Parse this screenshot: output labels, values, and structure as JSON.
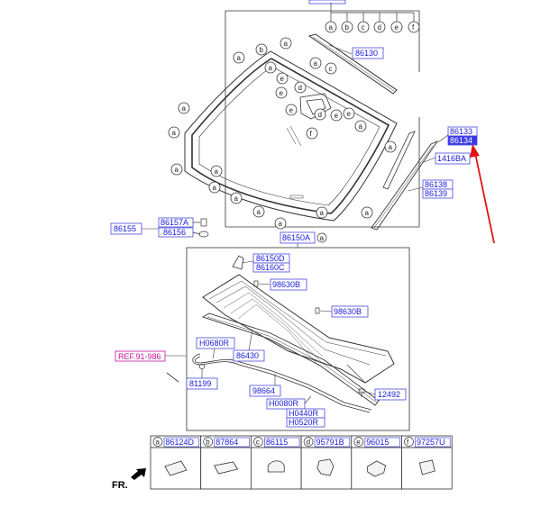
{
  "colors": {
    "part_number_text": "#1a1adb",
    "part_number_border": "#4a4ae0",
    "selected_fill": "#3a3ae8",
    "pointer_arrow": "#e01414",
    "reference_text": "#c4149e",
    "line": "#333333"
  },
  "part_labels": {
    "top_cut": "",
    "p86130": "86130",
    "p86133": "86133",
    "p86134": "86134",
    "p1416BA": "1416BA",
    "p86138": "86138",
    "p86139": "86139",
    "p86155": "86155",
    "p86157A": "86157A",
    "p86156": "86156",
    "p86150A": "86150A",
    "p86150D": "86150D",
    "p86160C": "86160C",
    "p98630B_1": "98630B",
    "p98630B_2": "98630B",
    "pH0680R": "H0680R",
    "p86430": "86430",
    "p81199": "81199",
    "p98664": "98664",
    "pH0080R": "H0080R",
    "pH0440R": "H0440R",
    "pH0520R": "H0520R",
    "p12492": "12492"
  },
  "reference": "REF.91-986",
  "orientation": "FR.",
  "top_callouts": [
    "a",
    "b",
    "c",
    "d",
    "e",
    "f"
  ],
  "windshield_callouts": [
    "a",
    "b",
    "a",
    "a",
    "e",
    "c",
    "e",
    "d",
    "d",
    "e",
    "e",
    "a",
    "a",
    "f",
    "e",
    "a",
    "a",
    "a",
    "a",
    "a",
    "a",
    "a",
    "a",
    "a",
    "a",
    "a"
  ],
  "legend": [
    {
      "letter": "a",
      "part": "86124D"
    },
    {
      "letter": "b",
      "part": "87864"
    },
    {
      "letter": "c",
      "part": "86115"
    },
    {
      "letter": "d",
      "part": "95791B"
    },
    {
      "letter": "e",
      "part": "96015"
    },
    {
      "letter": "f",
      "part": "97257U"
    }
  ]
}
